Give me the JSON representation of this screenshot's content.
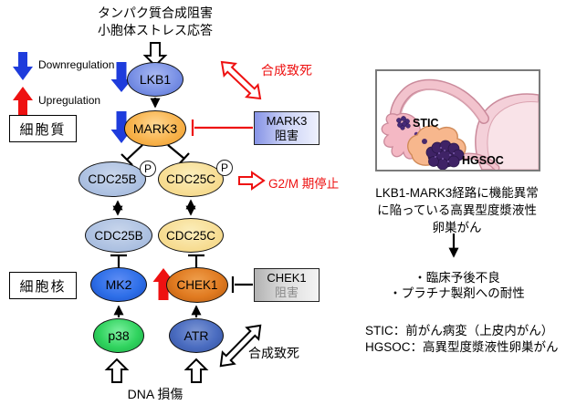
{
  "top_stimulus": {
    "line1": "タンパク質合成阻害",
    "line2": "小胞体ストレス応答"
  },
  "legend": {
    "down_label": "Downregulation",
    "up_label": "Upregulation"
  },
  "compartments": {
    "cytoplasm": "細胞質",
    "nucleus": "細胞核"
  },
  "nodes": {
    "lkb1": "LKB1",
    "mark3": "MARK3",
    "cdc25b_p": "CDC25B",
    "cdc25c_p": "CDC25C",
    "cdc25b": "CDC25B",
    "cdc25c": "CDC25C",
    "mk2": "MK2",
    "chek1": "CHEK1",
    "p38": "p38",
    "atr": "ATR",
    "phospho": "P"
  },
  "inhibitor_boxes": {
    "mark3_line1": "MARK3",
    "mark3_line2": "阻害",
    "chek1_line1": "CHEK1",
    "chek1_line2": "阻害"
  },
  "annotations": {
    "synthetic_lethality_top": "合成致死",
    "synthetic_lethality_bottom": "合成致死",
    "g2m_arrest": "G2/M 期停止",
    "dna_damage": "DNA 損傷"
  },
  "right_panel": {
    "stic_label": "STIC",
    "hgsoc_label": "HGSOC",
    "description_line1": "LKB1-MARK3経路に機能異常",
    "description_line2": "に陥っている高異型度漿液性",
    "description_line3": "卵巣がん",
    "bullet1": "・臨床予後不良",
    "bullet2": "・プラチナ製剤への耐性",
    "glossary_line1": "STIC：前がん病変（上皮内がん）",
    "glossary_line2": "HGSOC：高異型度漿液性卵巣がん"
  },
  "colors": {
    "downregulation_blue": "#1e3cdc",
    "upregulation_red": "#ee1111",
    "synthetic_lethality_red": "#ee1111",
    "lkb1_fill": "#7b92e6",
    "mark3_fill": "#f8b44e",
    "cdc25b_fill": "#aec2e2",
    "cdc25c_fill": "#f7dd94",
    "mk2_fill": "#2e6fe8",
    "chek1_fill": "#e07a20",
    "p38_fill": "#30d35e",
    "atr_fill": "#4a6cc0"
  }
}
